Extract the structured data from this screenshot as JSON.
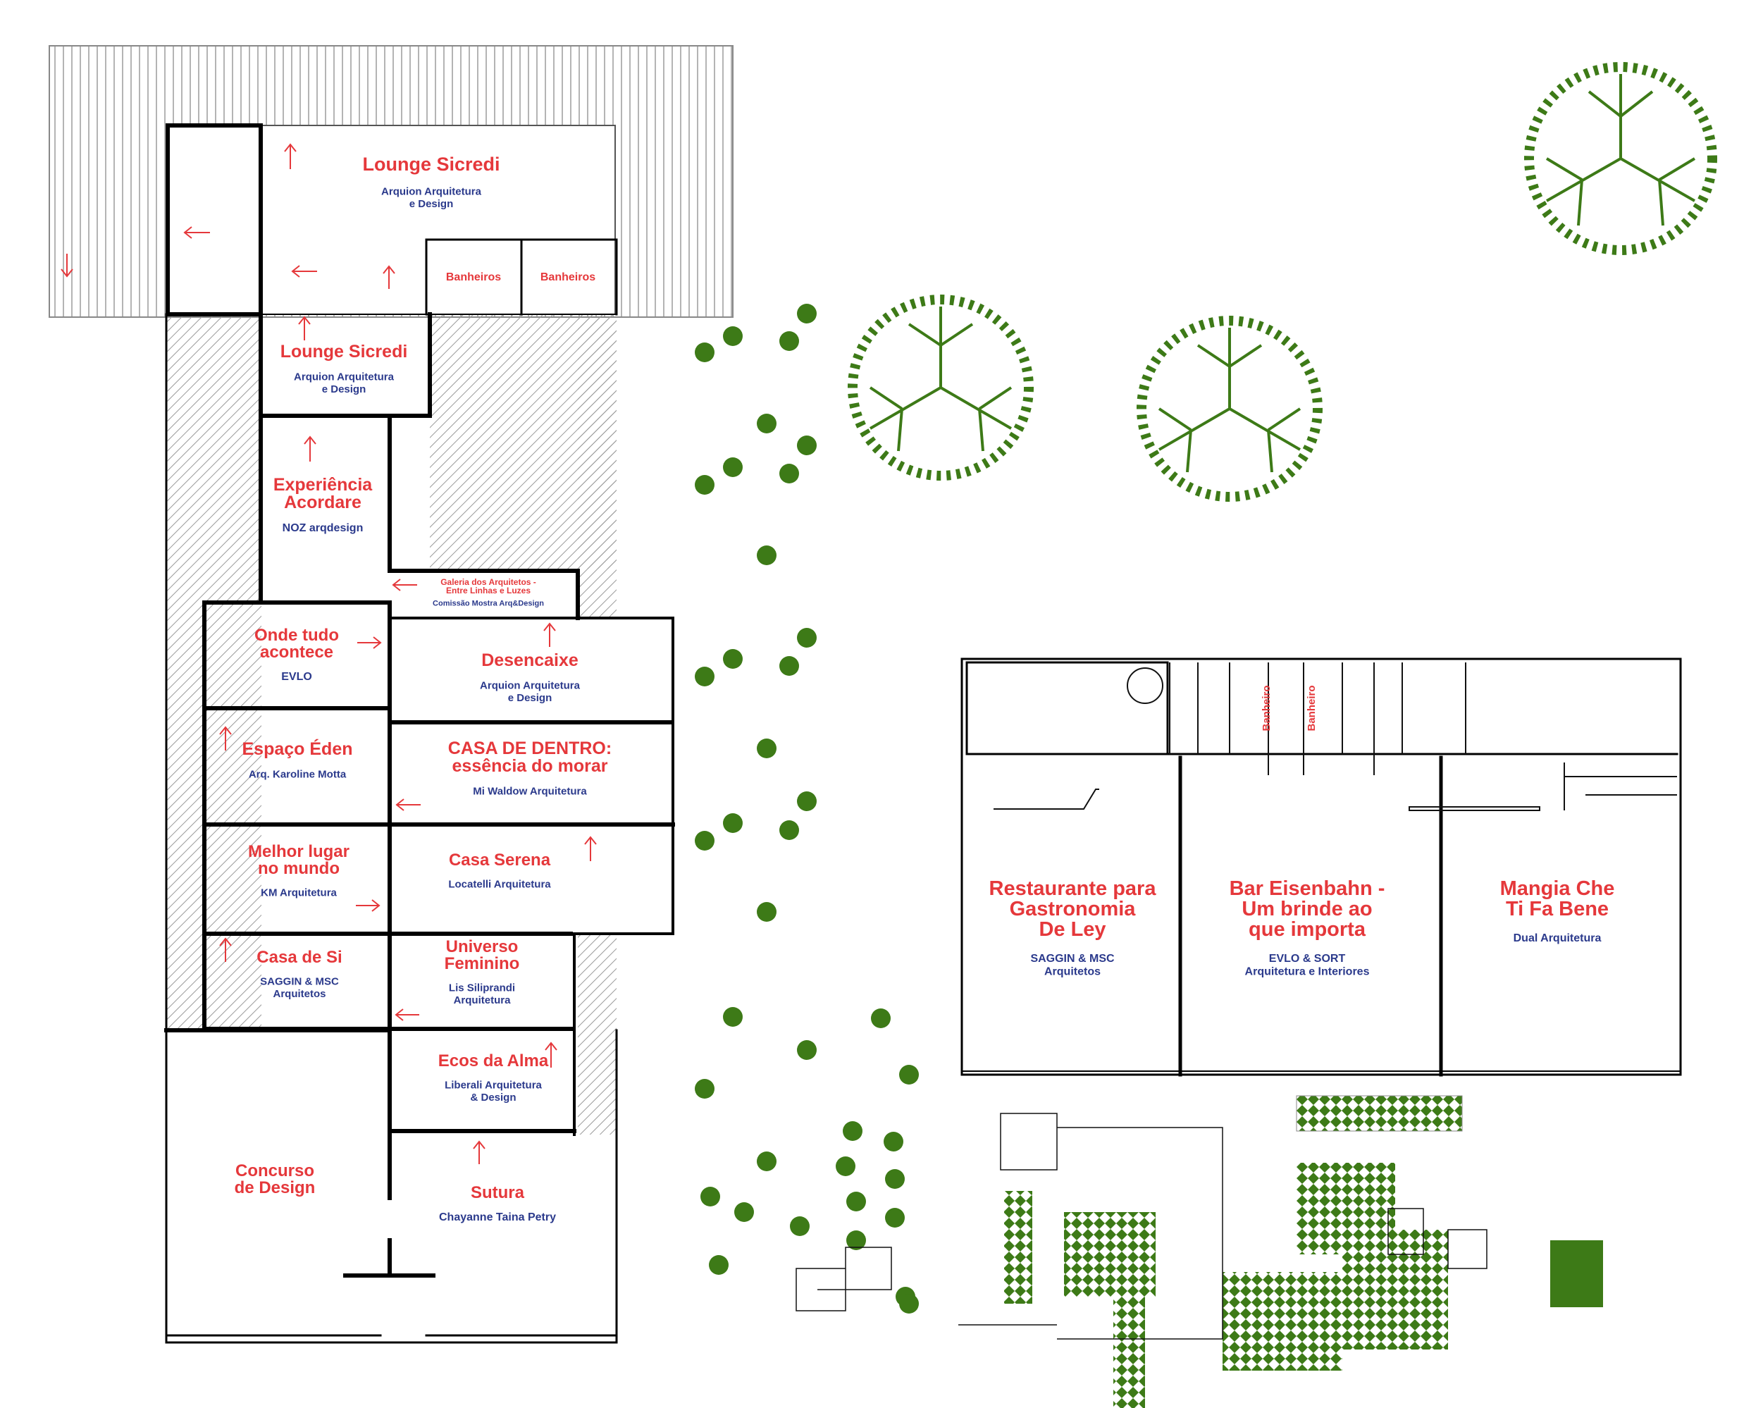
{
  "colors": {
    "name": "#e5383b",
    "firm": "#2b3a8c",
    "vegetation": "#3d7a17",
    "wall": "#000000",
    "hatch": "#9a9a9a"
  },
  "icons": [
    "arrow-icon",
    "tree-icon",
    "shrub-icon",
    "hatch-pattern"
  ],
  "rooms": [
    {
      "id": "lounge-top",
      "name": [
        "Lounge Sicredi"
      ],
      "firm": [
        "Arquion Arquitetura",
        "e Design"
      ]
    },
    {
      "id": "banheiros-1",
      "name": [
        "Banheiros"
      ],
      "firm": []
    },
    {
      "id": "banheiros-2",
      "name": [
        "Banheiros"
      ],
      "firm": []
    },
    {
      "id": "lounge-2",
      "name": [
        "Lounge Sicredi"
      ],
      "firm": [
        "Arquion Arquitetura",
        "e Design"
      ]
    },
    {
      "id": "experiencia",
      "name": [
        "Experiência",
        "Acordare"
      ],
      "firm": [
        "NOZ arqdesign"
      ]
    },
    {
      "id": "galeria",
      "name": [
        "Galeria dos Arquitetos -",
        "Entre Linhas e Luzes"
      ],
      "firm": [
        "Comissão Mostra Arq&Design"
      ]
    },
    {
      "id": "onde-tudo",
      "name": [
        "Onde tudo",
        "acontece"
      ],
      "firm": [
        "EVLO"
      ]
    },
    {
      "id": "desencaixe",
      "name": [
        "Desencaixe"
      ],
      "firm": [
        "Arquion Arquitetura",
        "e Design"
      ]
    },
    {
      "id": "espaco-eden",
      "name": [
        "Espaço Éden"
      ],
      "firm": [
        "Arq. Karoline Motta"
      ]
    },
    {
      "id": "casa-de-dentro",
      "name": [
        "CASA DE DENTRO:",
        "essência do morar"
      ],
      "firm": [
        "Mi Waldow Arquitetura"
      ]
    },
    {
      "id": "melhor-lugar",
      "name": [
        "Melhor lugar",
        "no mundo"
      ],
      "firm": [
        "KM Arquitetura"
      ]
    },
    {
      "id": "casa-serena",
      "name": [
        "Casa Serena"
      ],
      "firm": [
        "Locatelli Arquitetura"
      ]
    },
    {
      "id": "casa-de-si",
      "name": [
        "Casa de Si"
      ],
      "firm": [
        "SAGGIN & MSC",
        "Arquitetos"
      ]
    },
    {
      "id": "universo-feminino",
      "name": [
        "Universo",
        "Feminino"
      ],
      "firm": [
        "Lis Siliprandi",
        "Arquitetura"
      ]
    },
    {
      "id": "ecos-da-alma",
      "name": [
        "Ecos da Alma"
      ],
      "firm": [
        "Liberali Arquitetura",
        "& Design"
      ]
    },
    {
      "id": "concurso",
      "name": [
        "Concurso",
        "de Design"
      ],
      "firm": []
    },
    {
      "id": "sutura",
      "name": [
        "Sutura"
      ],
      "firm": [
        "Chayanne Taina Petry"
      ]
    },
    {
      "id": "banheiro-1",
      "name": [
        "Banheiro"
      ],
      "firm": []
    },
    {
      "id": "banheiro-2",
      "name": [
        "Banheiro"
      ],
      "firm": []
    },
    {
      "id": "restaurante",
      "name": [
        "Restaurante para",
        "Gastronomia",
        "De Ley"
      ],
      "firm": [
        "SAGGIN & MSC",
        "Arquitetos"
      ]
    },
    {
      "id": "bar",
      "name": [
        "Bar Eisenbahn -",
        "Um brinde ao",
        "que importa"
      ],
      "firm": [
        "EVLO & SORT",
        "Arquitetura e Interiores"
      ]
    },
    {
      "id": "mangia",
      "name": [
        "Mangia Che",
        "Ti Fa Bene"
      ],
      "firm": [
        "Dual Arquitetura"
      ]
    }
  ]
}
